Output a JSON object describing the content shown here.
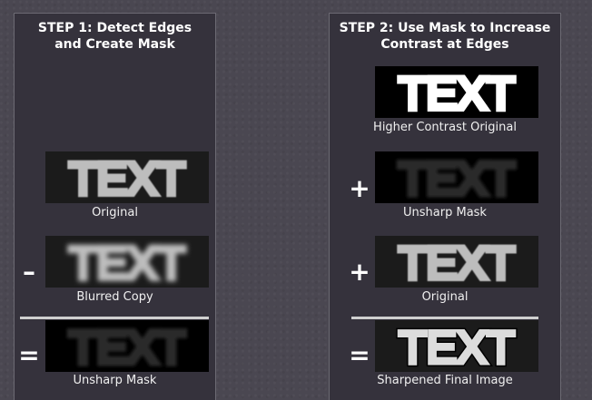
{
  "step1": {
    "title": "STEP 1: Detect Edges\nand Create Mask",
    "items": [
      {
        "image_text": "TEXT",
        "caption": "Original"
      },
      {
        "operator": "–",
        "image_text": "TEXT",
        "caption": "Blurred Copy"
      },
      {
        "operator": "=",
        "image_text": "TEXT",
        "caption": "Unsharp Mask"
      }
    ]
  },
  "step2": {
    "title": "STEP 2: Use Mask to Increase\nContrast at Edges",
    "items": [
      {
        "image_text": "TEXT",
        "caption": "Higher Contrast Original"
      },
      {
        "operator": "+",
        "image_text": "TEXT",
        "caption": "Unsharp Mask"
      },
      {
        "operator": "+",
        "image_text": "TEXT",
        "caption": "Original"
      },
      {
        "operator": "=",
        "image_text": "TEXT",
        "caption": "Sharpened Final Image"
      }
    ]
  },
  "colors": {
    "background": "#4a4751",
    "panel": "#35323c",
    "panel_border": "#6c6a73",
    "text": "#ffffff",
    "divider": "#cfcfcf"
  }
}
